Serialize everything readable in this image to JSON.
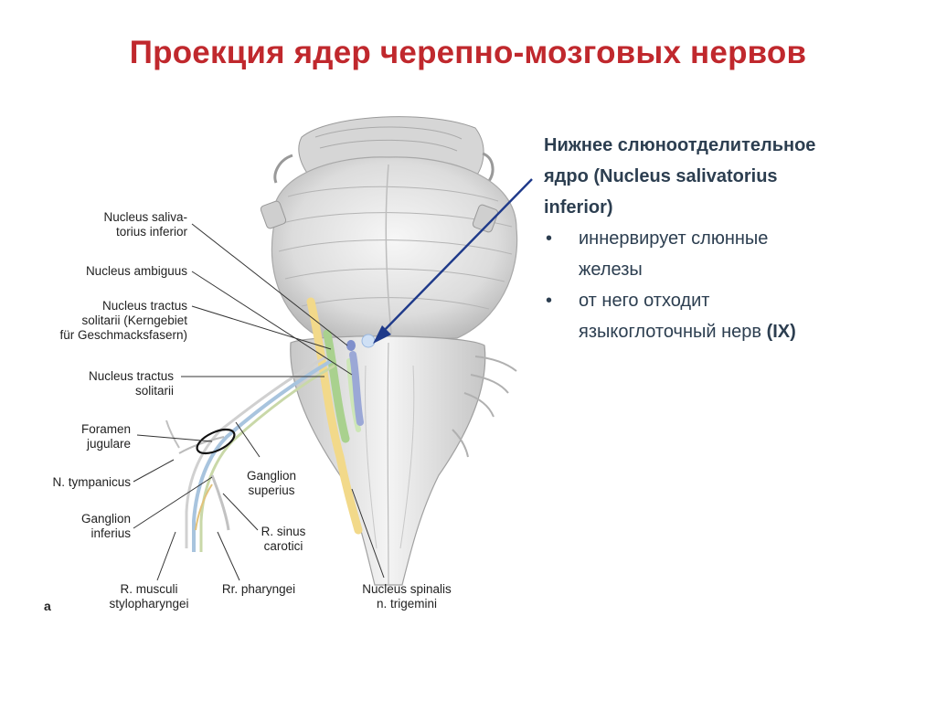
{
  "title": "Проекция ядер черепно-мозговых нервов",
  "labels": {
    "salivatorius": [
      "Nucleus saliva-",
      "torius inferior"
    ],
    "ambiguus": [
      "Nucleus ambiguus"
    ],
    "tractus_kern": [
      "Nucleus tractus",
      "solitarii (Kerngebiet",
      "für Geschmacksfasern)"
    ],
    "tractus": [
      "Nucleus tractus",
      "solitarii"
    ],
    "foramen": [
      "Foramen",
      "jugulare"
    ],
    "tympanicus": [
      "N. tympanicus"
    ],
    "ganglion_inferius": [
      "Ganglion",
      "inferius"
    ],
    "musculi": [
      "R. musculi",
      "stylopharyngei"
    ],
    "pharyngei": [
      "Rr. pharyngei"
    ],
    "ganglion_superius": [
      "Ganglion",
      "superius"
    ],
    "sinus": [
      "R. sinus",
      "carotici"
    ],
    "spinalis": [
      "Nucleus spinalis",
      "n. trigemini"
    ],
    "panel_letter": "a"
  },
  "info": {
    "heading": [
      "Нижнее слюноотделительное",
      "ядро (Nucleus salivatorius",
      "inferior)"
    ],
    "bullet_char": "•",
    "bullet1": [
      "иннервирует слюнные",
      "железы"
    ],
    "bullet2_line1": "от него отходит",
    "bullet2_line2_text": "языкоглоточный нерв ",
    "bullet2_line2_bold": "(IX)"
  },
  "colors": {
    "title": "#c0282d",
    "arrow": "#1f3a8a",
    "nucleus_yellow": "#f2d98a",
    "nucleus_green": "#a9d18e",
    "nucleus_blue": "#9ba8d6",
    "nerve_blue": "#a8c4de"
  }
}
